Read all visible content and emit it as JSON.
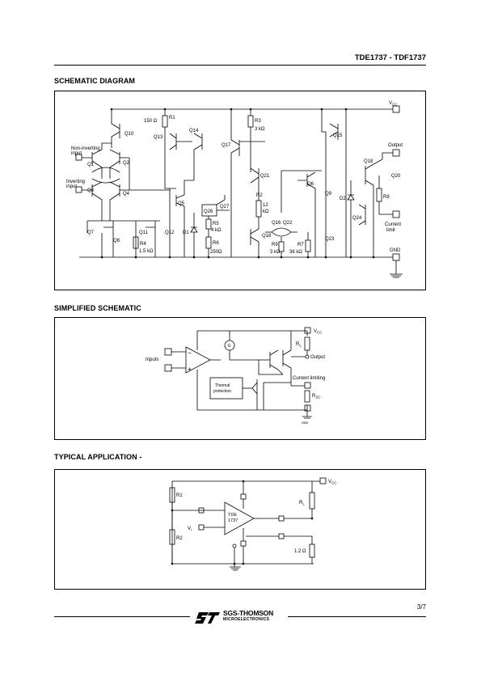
{
  "header": {
    "title": "TDE1737 - TDF1737"
  },
  "sections": {
    "schematic": {
      "title": "SCHEMATIC DIAGRAM",
      "labels": {
        "vcc": "V",
        "vcc_sub": "CC",
        "output": "Output",
        "current_limit_1": "Current",
        "current_limit_2": "limit",
        "gnd": "GND",
        "noninv_1": "Non-inverting",
        "noninv_2": "input",
        "inv_1": "Inverting",
        "inv_2": "input",
        "q1": "Q1",
        "q2": "Q2",
        "q3": "Q3",
        "q4": "Q4",
        "q5": "Q5",
        "q6": "Q6",
        "q7": "Q7",
        "q8": "Q8",
        "q9": "Q9",
        "q10": "Q10",
        "q11": "Q11",
        "q12": "Q12",
        "q13": "Q13",
        "q14": "Q14",
        "q15": "Q15",
        "q16": "Q16",
        "q17": "Q17",
        "q18": "Q18",
        "q20": "Q20",
        "q21": "Q21",
        "q22": "Q22",
        "q23": "Q23",
        "q24": "Q24",
        "q26": "Q26",
        "q27": "Q27",
        "r1": "R1",
        "r1_val": "150 Ω",
        "r2": "R2",
        "r2_val1": "12",
        "r2_val2": "kΩ",
        "r3": "R3",
        "r3_val": "3 kΩ",
        "r4": "R4",
        "r4_val": "1.5 kΩ",
        "r5": "R5",
        "r5_val": "4 kΩ",
        "r6": "R6",
        "r6_val": "250Ω",
        "r7": "R7",
        "r7_val": "36 kΩ",
        "r8": "R8",
        "r9": "R9",
        "r9_val": "3 kΩ",
        "d1": "D1",
        "d2": "D2"
      }
    },
    "simplified": {
      "title": "SIMPLIFIED SCHEMATIC",
      "labels": {
        "inputs": "Inputs",
        "vcc": "V",
        "vcc_sub": "CC",
        "rl": "R",
        "rl_sub": "L",
        "output": "Output",
        "current_limiting": "Current limiting",
        "rsc": "R",
        "rsc_sub": "SC",
        "thermal_1": "Thermal",
        "thermal_2": "protection",
        "source": "G",
        "minus": "−",
        "plus": "+",
        "gnd_mark": "S555"
      }
    },
    "application": {
      "title": "TYPICAL APPLICATION -",
      "labels": {
        "vcc": "V",
        "vcc_sub": "CC",
        "r1": "R1",
        "r2": "R2",
        "rl": "R",
        "rl_sub": "L",
        "vi": "V",
        "vi_sub": "i",
        "ic_1": "TDE",
        "ic_2": "1737",
        "r_val": "1.2 Ω"
      }
    }
  },
  "footer": {
    "logo_name": "SGS-THOMSON",
    "logo_sub": "MICROELECTRONICS",
    "page": "3/7"
  }
}
